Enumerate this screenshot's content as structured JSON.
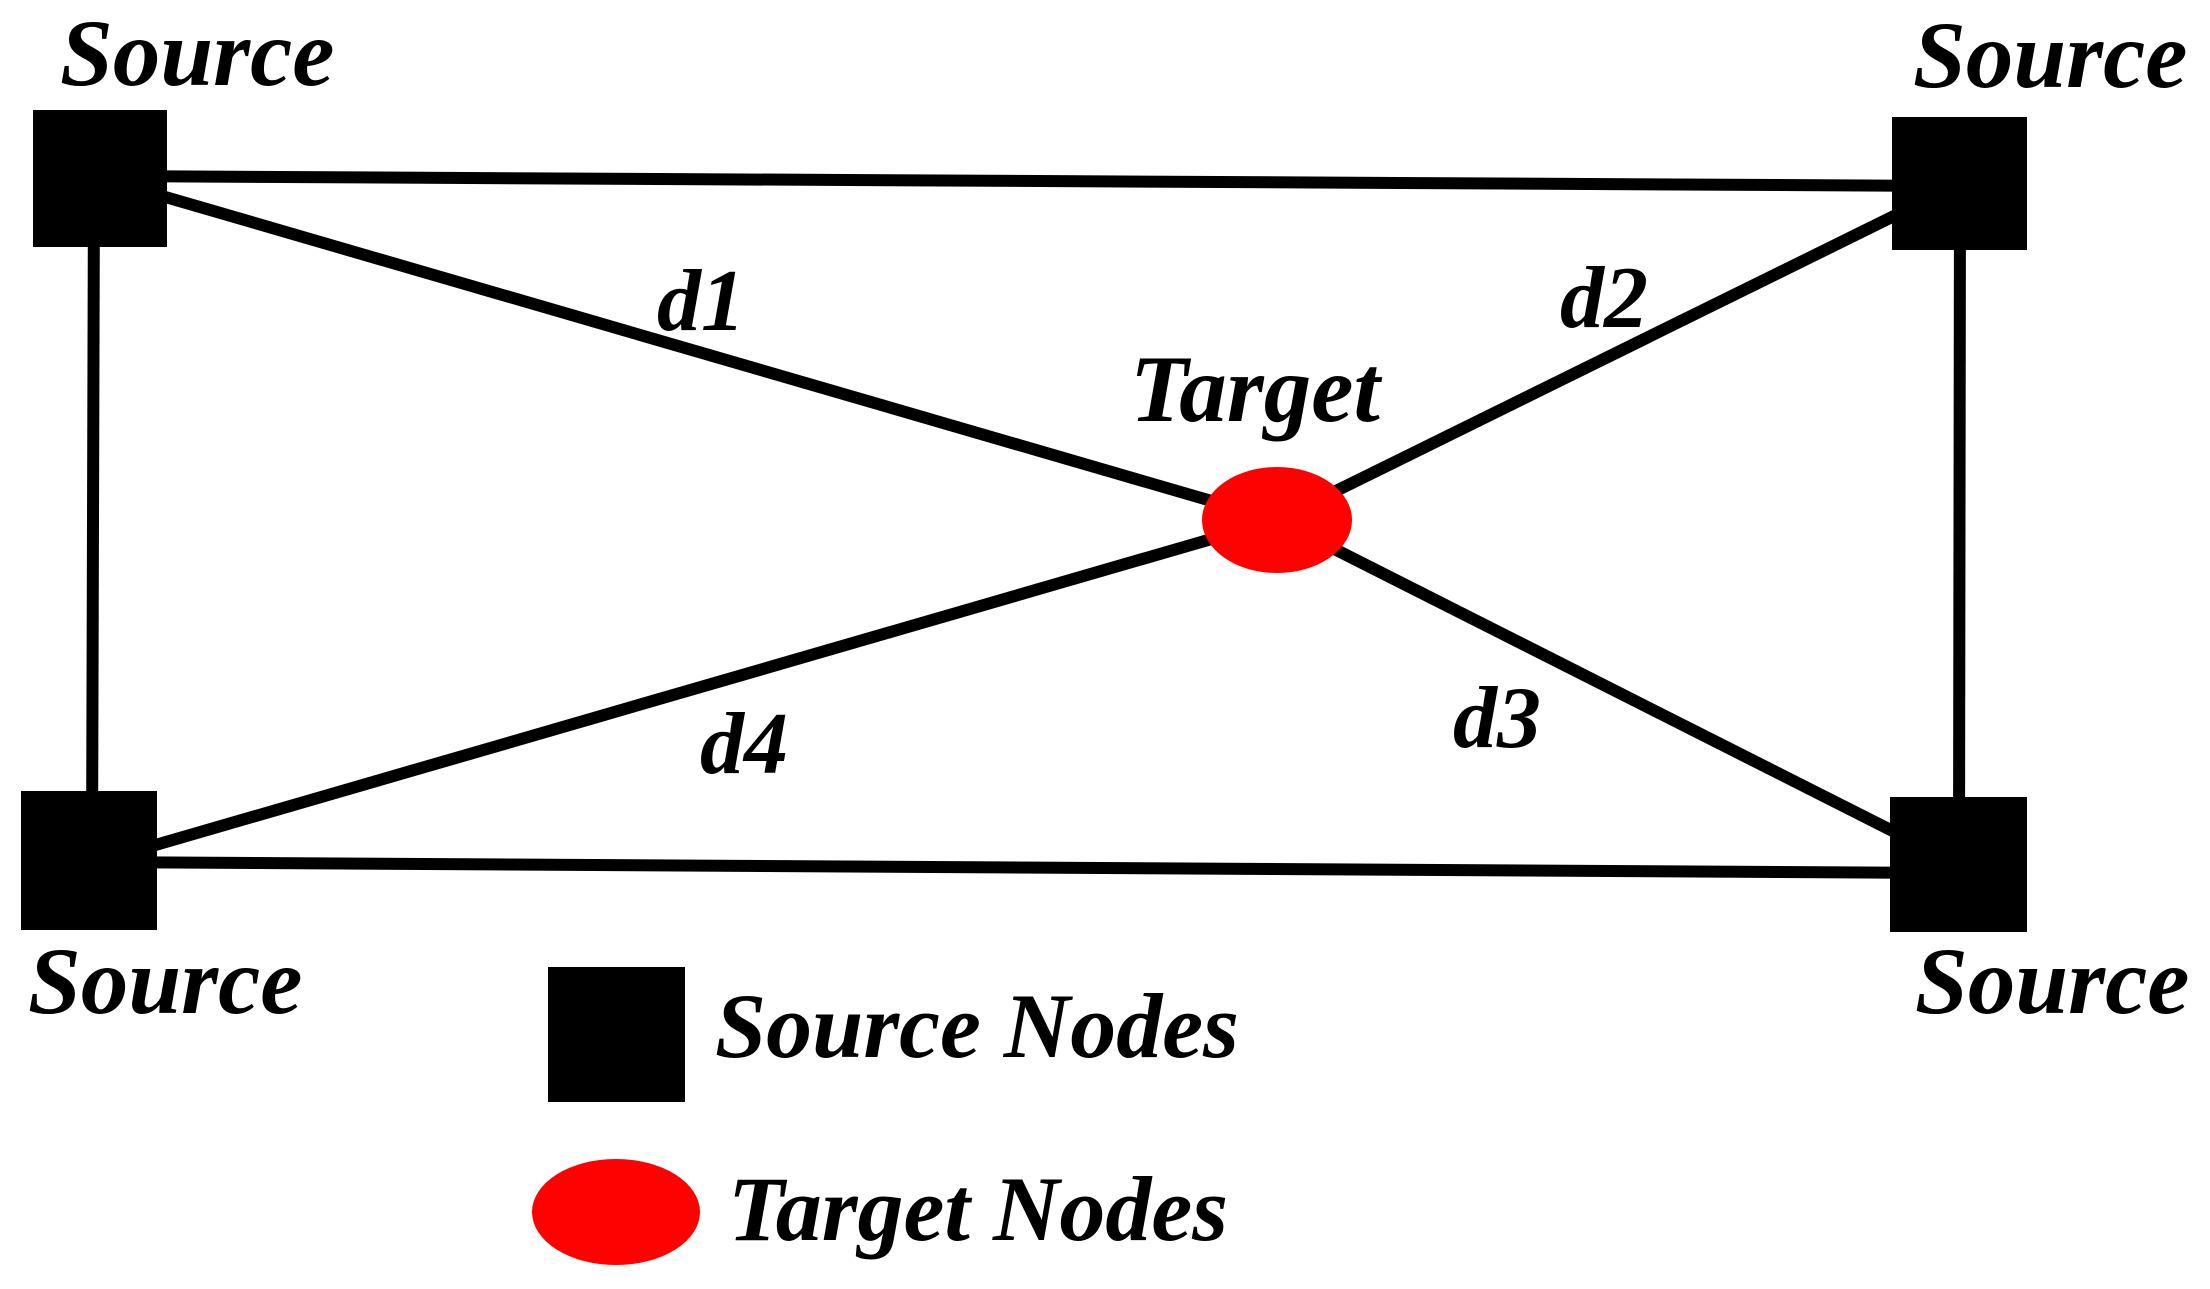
{
  "figure": {
    "background": "#ffffff",
    "colors": {
      "source_node": "#000000",
      "target_node": "#fe0101",
      "edge": "#000000",
      "text": "#000000"
    },
    "nodes": [
      {
        "id": "source-top-left",
        "type": "source",
        "label": "Source"
      },
      {
        "id": "source-top-right",
        "type": "source",
        "label": "Source"
      },
      {
        "id": "source-bottom-left",
        "type": "source",
        "label": "Source"
      },
      {
        "id": "source-bottom-right",
        "type": "source",
        "label": "Source"
      },
      {
        "id": "target-center",
        "type": "target",
        "label": "Target"
      }
    ],
    "edges": {
      "labeled": [
        {
          "label": "d1",
          "from": "source-top-left",
          "to": "target-center"
        },
        {
          "label": "d2",
          "from": "source-top-right",
          "to": "target-center"
        },
        {
          "label": "d3",
          "from": "source-bottom-right",
          "to": "target-center"
        },
        {
          "label": "d4",
          "from": "source-bottom-left",
          "to": "target-center"
        }
      ],
      "unlabeled": [
        {
          "from": "source-top-left",
          "to": "source-top-right"
        },
        {
          "from": "source-top-left",
          "to": "source-bottom-left"
        },
        {
          "from": "source-top-right",
          "to": "source-bottom-right"
        },
        {
          "from": "source-bottom-left",
          "to": "source-bottom-right"
        }
      ]
    },
    "legend": {
      "items": [
        {
          "symbol": "black-square",
          "label": "Source Nodes"
        },
        {
          "symbol": "red-ellipse",
          "label": "Target Nodes"
        }
      ]
    }
  }
}
